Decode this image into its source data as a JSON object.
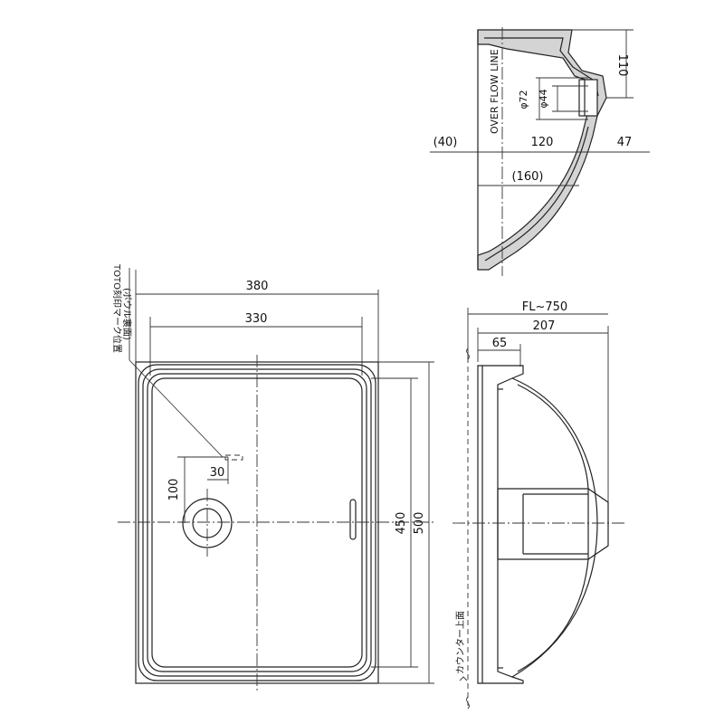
{
  "dimensions": {
    "overall_width": "380",
    "inner_width": "330",
    "basin_depth": "450",
    "overall_depth": "500",
    "drain_offset_x": "30",
    "drain_offset_y": "100",
    "fl_height": "FL~750",
    "side_width": "207",
    "rim_width": "65",
    "top_height": "110",
    "dia_outer": "φ72",
    "dia_inner": "φ44",
    "left_margin": "(40)",
    "section_width": "120",
    "right_margin": "47",
    "lower_width": "(160)"
  },
  "labels": {
    "overflow_line": "OVER FLOW LINE",
    "toto_mark_line1": "TOTO刻印マーク位置",
    "toto_mark_line2": "(ボウル裏面)",
    "counter_top": "カウンター上面"
  }
}
